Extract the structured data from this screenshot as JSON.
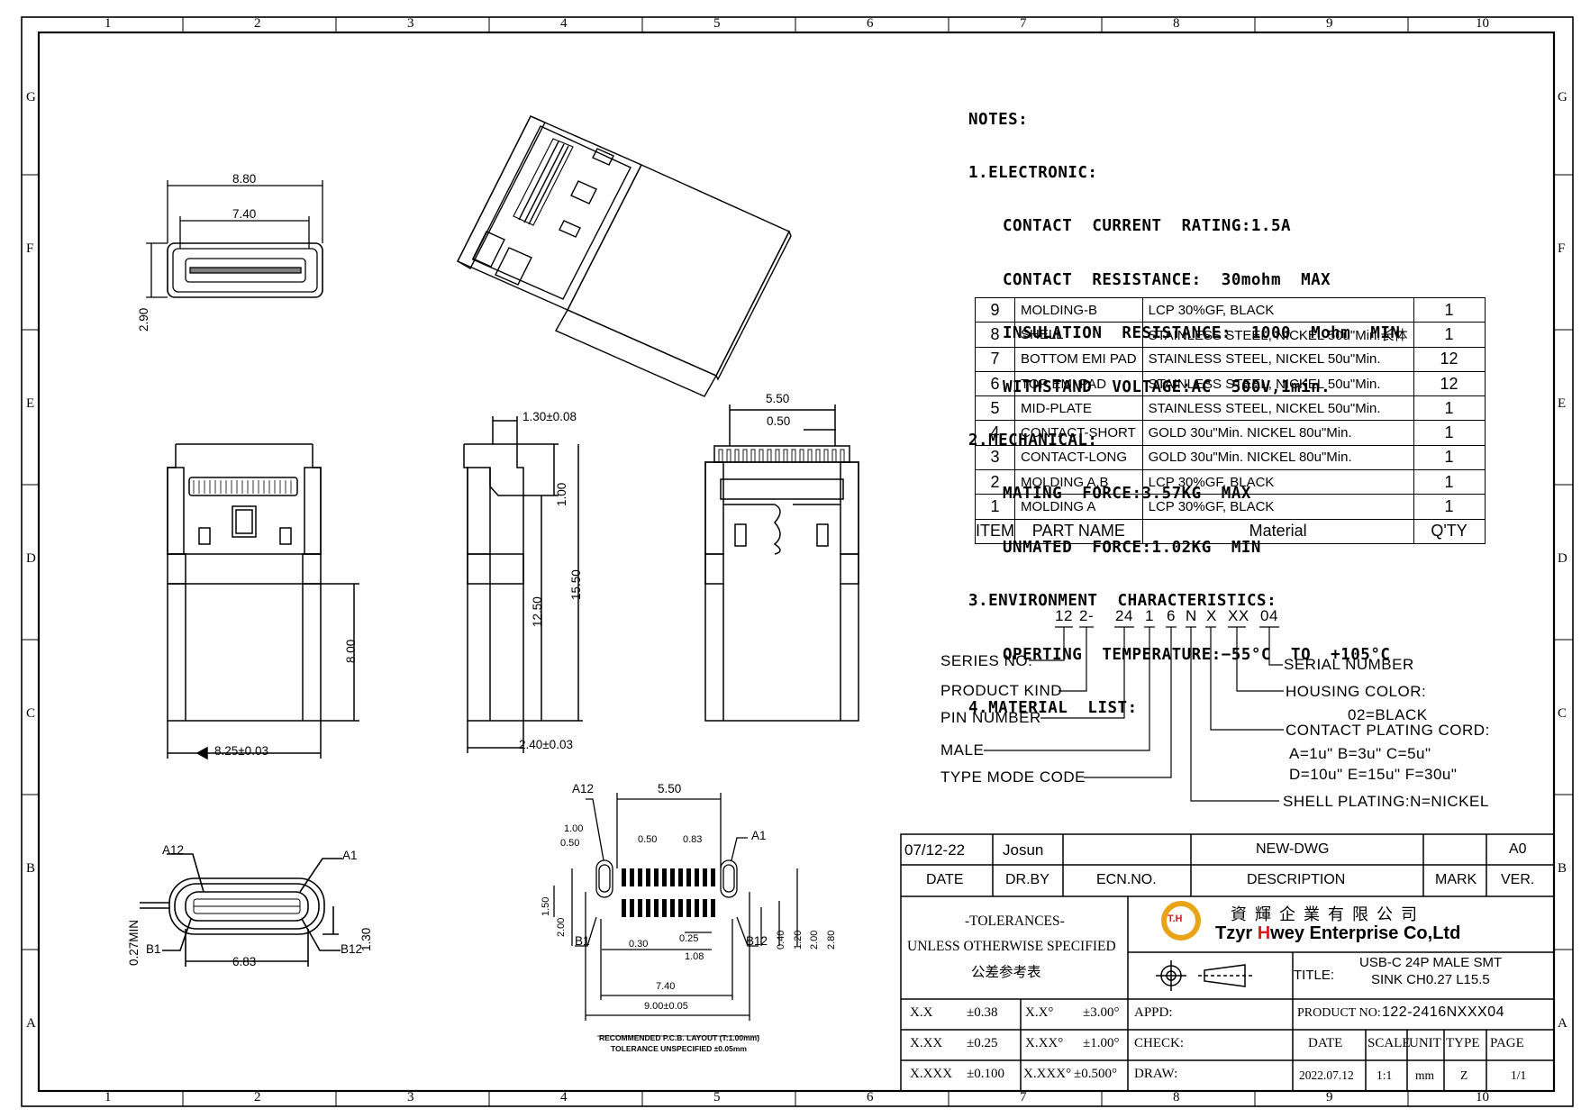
{
  "grid": {
    "cols": [
      "1",
      "2",
      "3",
      "4",
      "5",
      "6",
      "7",
      "8",
      "9",
      "10"
    ],
    "rows": [
      "G",
      "F",
      "E",
      "D",
      "C",
      "B",
      "A"
    ]
  },
  "notes": {
    "title": "NOTES:",
    "electronic": "1.ELECTRONIC:",
    "current": "CONTACT  CURRENT  RATING:1.5A",
    "resistance": "CONTACT  RESISTANCE:  30mohm  MAX",
    "insulation": "INSULATION  RESISTANCE:  1000  Mohm  MIN",
    "withstand": "WITHSTAND  VOLTAGE:AC  500V,1min.",
    "mechanical": "2.MECHANICAL:",
    "mating": "MATING  FORCE:3.57KG  MAX",
    "unmated": "UNMATED  FORCE:1.02KG  MIN",
    "environment": "3.ENVIRONMENT  CHARACTERISTICS:",
    "temperature": "OPERTING  TEMPERATURE:−55°C  TO  +105°C",
    "material": "4.MATERIAL  LIST:"
  },
  "bom": {
    "rows": [
      {
        "item": "9",
        "part": "MOLDING-B",
        "material": "LCP  30%GF,  BLACK",
        "qty": "1"
      },
      {
        "item": "8",
        "part": "SHELL",
        "material": "STAINLESS  STEEL,  NICKEL  50u\"Min.长体",
        "qty": "1"
      },
      {
        "item": "7",
        "part": "BOTTOM  EMI  PAD",
        "material": "STAINLESS  STEEL,  NICKEL  50u\"Min.",
        "qty": "12"
      },
      {
        "item": "6",
        "part": "TOP  EMI  PAD",
        "material": "STAINLESS  STEEL,  NICKEL  50u\"Min.",
        "qty": "12"
      },
      {
        "item": "5",
        "part": "MID-PLATE",
        "material": "STAINLESS  STEEL,  NICKEL  50u\"Min.",
        "qty": "1"
      },
      {
        "item": "4",
        "part": "CONTACT-SHORT",
        "material": "GOLD  30u\"Min.  NICKEL  80u\"Min.",
        "qty": "1"
      },
      {
        "item": "3",
        "part": "CONTACT-LONG",
        "material": "GOLD  30u\"Min.  NICKEL  80u\"Min.",
        "qty": "1"
      },
      {
        "item": "2",
        "part": "MOLDING  A,B",
        "material": "LCP  30%GF,  BLACK",
        "qty": "1"
      },
      {
        "item": "1",
        "part": "MOLDING  A",
        "material": "LCP  30%GF,  BLACK",
        "qty": "1"
      }
    ],
    "header": {
      "item": "ITEM",
      "part": "PART  NAME",
      "material": "Material",
      "qty": "Q'TY"
    }
  },
  "partno": {
    "codes": [
      "12",
      "2-",
      "24",
      "1",
      "6",
      "N",
      "X",
      "XX",
      "04"
    ],
    "series": "SERIES  NO:",
    "kind": "PRODUCT  KIND",
    "pin": "PIN  NUMBER",
    "male": "MALE",
    "type": "TYPE  MODE  CODE",
    "serial": "SERIAL  NUMBER",
    "housing": "HOUSING  COLOR:",
    "black": "02=BLACK",
    "plating": "CONTACT  PLATING  CORD:",
    "plating_a": "A=1u\"   B=3u\"   C=5u\"",
    "plating_d": "D=10u\"  E=15u\"  F=30u\"",
    "shell": "SHELL  PLATING:N=NICKEL"
  },
  "dims": {
    "d880": "8.80",
    "d740": "7.40",
    "d290": "2.90",
    "d825": "8.25±0.03",
    "d800": "8.00",
    "d130": "1.30±0.08",
    "d100": "1.00",
    "d1550": "15.50",
    "d1250": "12.50",
    "d240": "2.40±0.03",
    "d550": "5.50",
    "d050": "0.50",
    "a12": "A12",
    "a1": "A1",
    "b1": "B1",
    "b12": "B12",
    "d027": "0.27MIN",
    "d683": "6.83",
    "d130b": "1.30",
    "pcb": {
      "a12": "A12",
      "a1": "A1",
      "b1": "B1",
      "b12": "B12",
      "w550": "5.50",
      "d100": "1.00",
      "d050": "0.50",
      "d050b": "0.50",
      "d083": "0.83",
      "d150": "1.50",
      "d200": "2.00",
      "d030": "0.30",
      "d025": "0.25",
      "d108": "1.08",
      "d040": "0.40",
      "d120": "1.20",
      "d200b": "2.00",
      "d280": "2.80",
      "d740": "7.40",
      "d900": "9.00±0.05",
      "note1": "RECOMMENDED   P.C.B.  LAYOUT  (T:1.00mm)",
      "note2": "TOLERANCE   UNSPECIFIED  ±0.05mm"
    }
  },
  "titleblock": {
    "date_val": "07/12-22",
    "drby_val": "Josun",
    "desc_val": "NEW-DWG",
    "ver_val": "A0",
    "date": "DATE",
    "drby": "DR.BY",
    "ecn": "ECN.NO.",
    "desc": "DESCRIPTION",
    "mark": "MARK",
    "ver": "VER.",
    "tol_title": "-TOLERANCES-",
    "tol_unless": "UNLESS OTHERWISE SPECIFIED",
    "tol_cn": "公差参考表",
    "company_cn": "資 輝 企 業 有 限 公 司",
    "company_en_1": "Tzyr ",
    "company_en_h": "H",
    "company_en_2": "wey Enterprise Co,Ltd",
    "logo": "T.H",
    "title_label": "TITLE:",
    "title_1": "USB-C 24P MALE SMT",
    "title_2": "SINK CH0.27 L15.5",
    "xx": "X.X",
    "xx_v": "±0.38",
    "xxa": "X.X°",
    "xxa_v": "±3.00°",
    "xxx": "X.XX",
    "xxx_v": "±0.25",
    "xxxa": "X.XX°",
    "xxxa_v": "±1.00°",
    "xxxx": "X.XXX",
    "xxxx_v": "±0.100",
    "xxxxa": "X.XXX°",
    "xxxxa_v": "±0.500°",
    "appd": "APPD:",
    "check": "CHECK:",
    "draw": "DRAW:",
    "product_label": "PRODUCT NO:",
    "product_no": "122-2416NXXX04",
    "h_date": "DATE",
    "h_scale": "SCALE",
    "h_unit": "UNIT",
    "h_type": "TYPE",
    "h_page": "PAGE",
    "v_date": "2022.07.12",
    "v_scale": "1:1",
    "v_unit": "mm",
    "v_type": "Z",
    "v_page": "1/1"
  },
  "colors": {
    "line": "#000000",
    "logo_gold": "#e8a317",
    "logo_red": "#d21f1f"
  }
}
